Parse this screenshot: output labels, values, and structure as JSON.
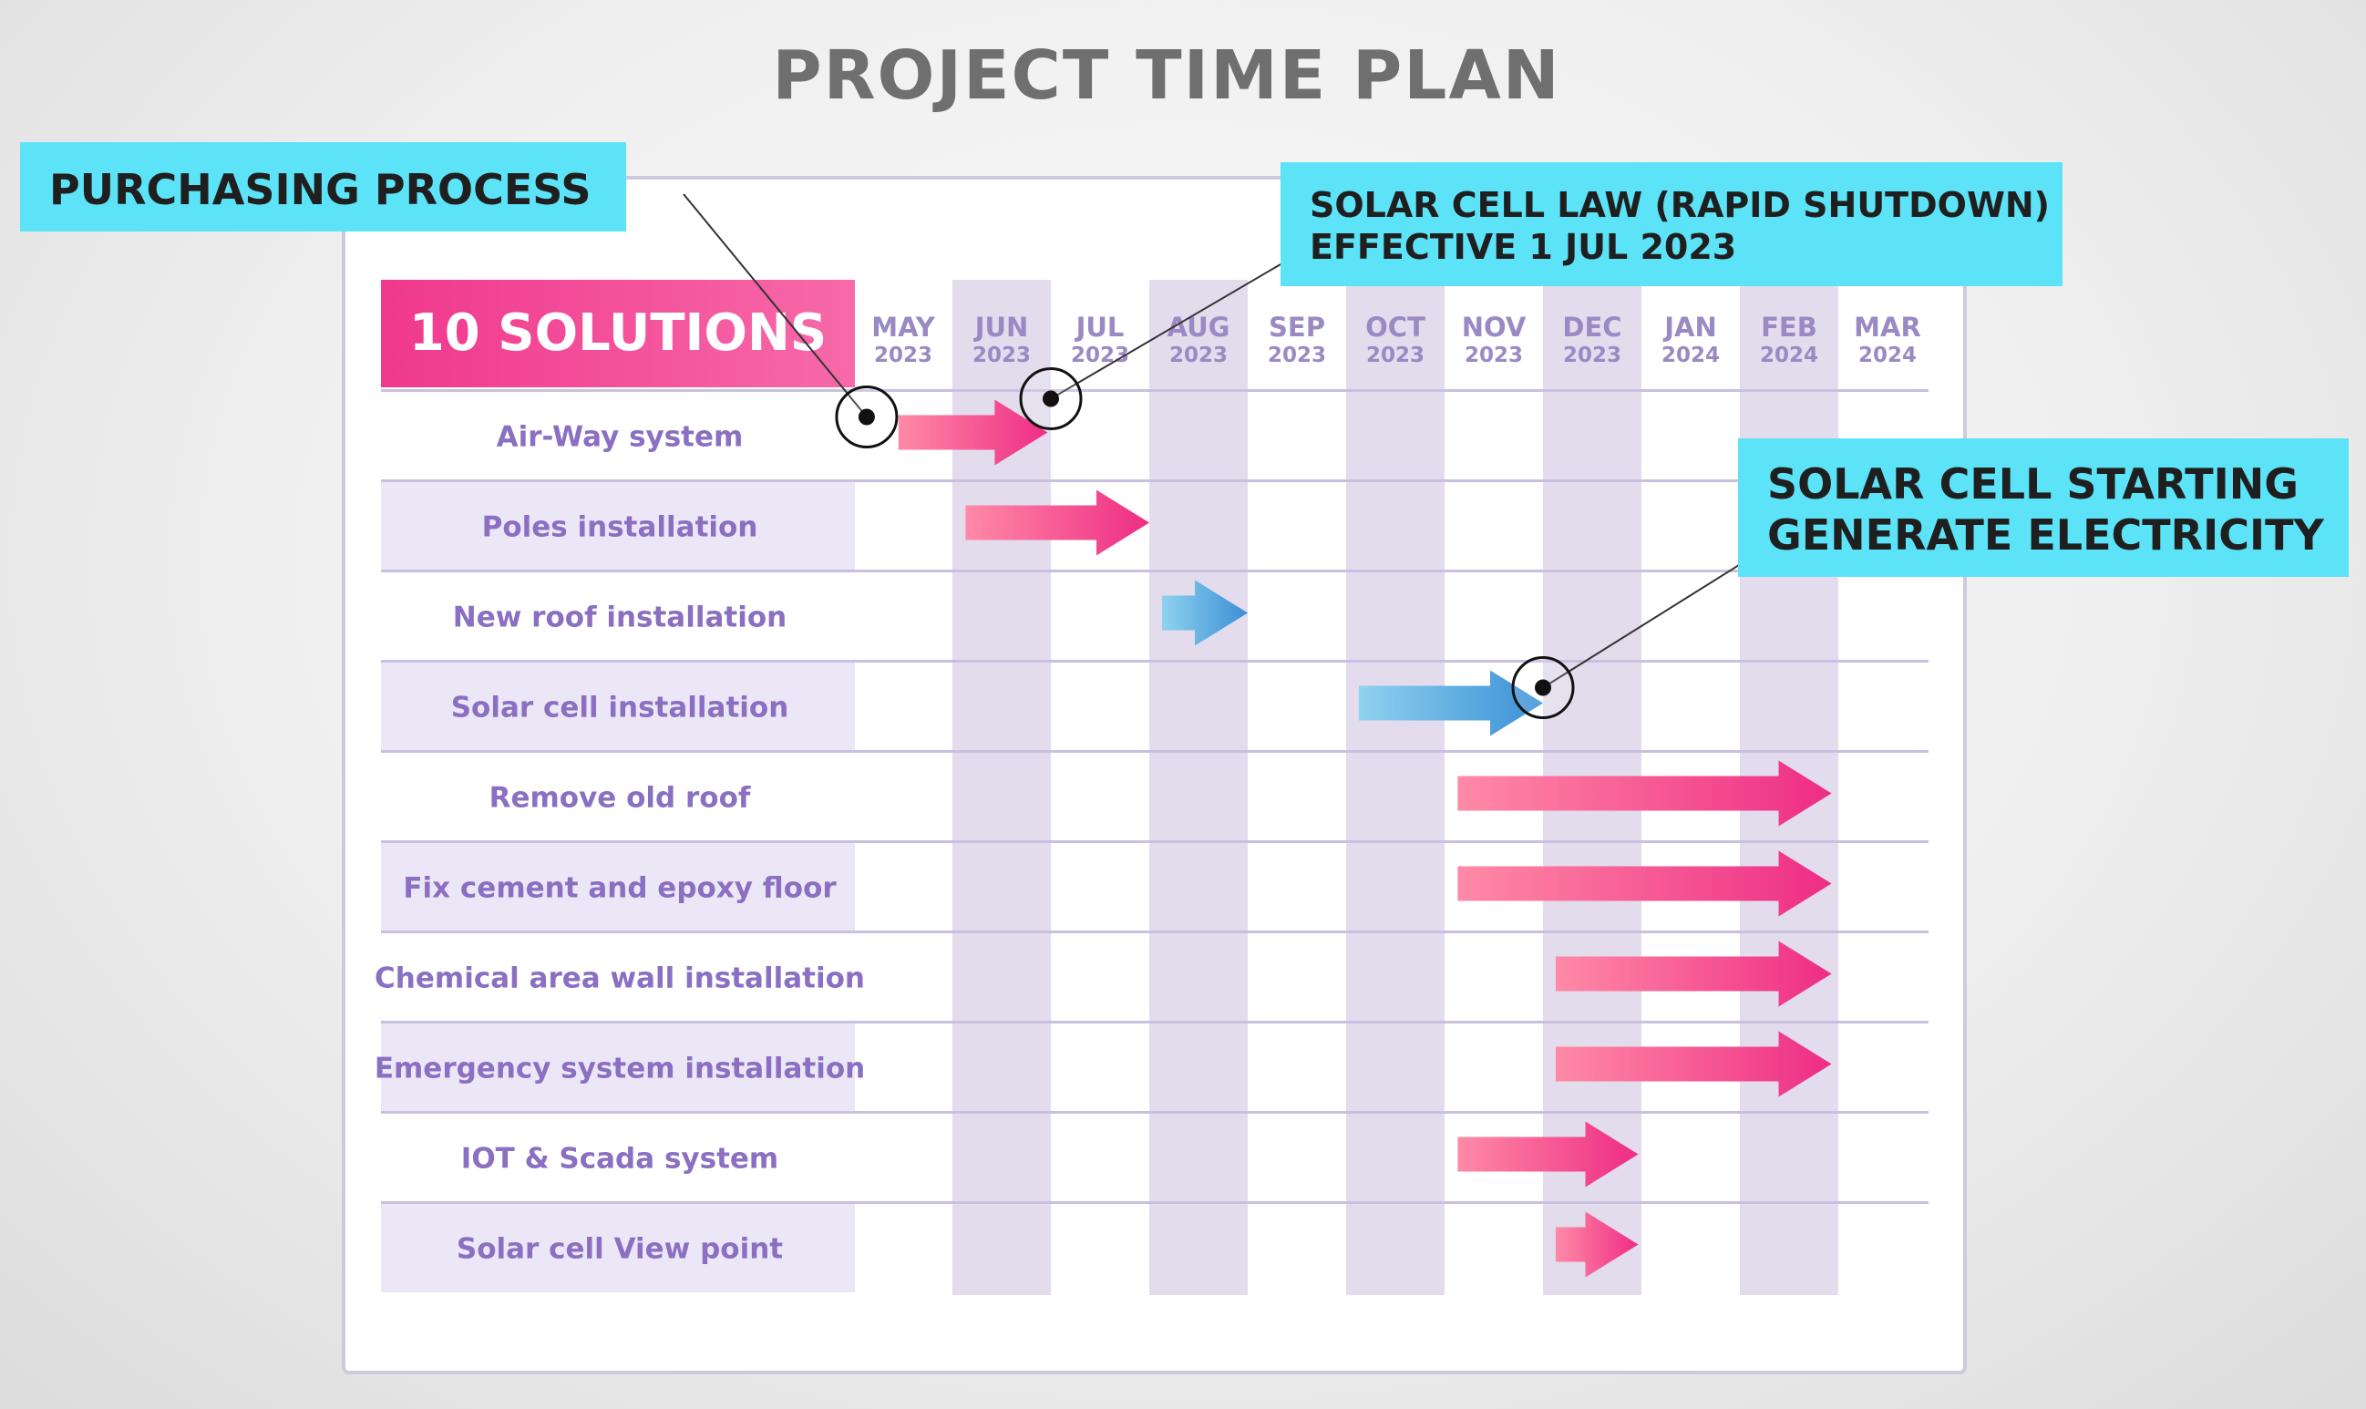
{
  "title": "PROJECT TIME PLAN",
  "callouts": {
    "purchasing": "PURCHASING PROCESS",
    "law_line1": "SOLAR CELL LAW (RAPID SHUTDOWN)",
    "law_line2": "EFFECTIVE 1 JUL 2023",
    "solar_line1": "SOLAR CELL STARTING",
    "solar_line2": "GENERATE ELECTRICITY"
  },
  "header_label": "10 SOLUTIONS",
  "colors": {
    "pink": "#ee2d85",
    "pink_light": "#ff8aa6",
    "blue": "#3b8fd6",
    "blue_light": "#8fd2ef",
    "callout": "#5ce3f7",
    "header": "#f0388c"
  },
  "chart_data": {
    "type": "gantt",
    "months": [
      {
        "month": "MAY",
        "year": "2023"
      },
      {
        "month": "JUN",
        "year": "2023"
      },
      {
        "month": "JUL",
        "year": "2023"
      },
      {
        "month": "AUG",
        "year": "2023"
      },
      {
        "month": "SEP",
        "year": "2023"
      },
      {
        "month": "OCT",
        "year": "2023"
      },
      {
        "month": "NOV",
        "year": "2023"
      },
      {
        "month": "DEC",
        "year": "2023"
      },
      {
        "month": "JAN",
        "year": "2024"
      },
      {
        "month": "FEB",
        "year": "2024"
      },
      {
        "month": "MAR",
        "year": "2024"
      }
    ],
    "tasks": [
      {
        "name": "Air-Way system",
        "start": "2023-05-15",
        "end": "2023-06-30",
        "color": "pink"
      },
      {
        "name": "Poles installation",
        "start": "2023-06-05",
        "end": "2023-08-01",
        "color": "pink"
      },
      {
        "name": "New roof installation",
        "start": "2023-08-05",
        "end": "2023-09-01",
        "color": "blue"
      },
      {
        "name": "Solar cell installation",
        "start": "2023-10-05",
        "end": "2023-12-01",
        "color": "blue"
      },
      {
        "name": "Remove old roof",
        "start": "2023-11-05",
        "end": "2024-02-28",
        "color": "pink"
      },
      {
        "name": "Fix cement and epoxy floor",
        "start": "2023-11-05",
        "end": "2024-02-28",
        "color": "pink"
      },
      {
        "name": "Chemical area wall installation",
        "start": "2023-12-05",
        "end": "2024-02-28",
        "color": "pink"
      },
      {
        "name": "Emergency system installation",
        "start": "2023-12-05",
        "end": "2024-02-28",
        "color": "pink"
      },
      {
        "name": "IOT & Scada system",
        "start": "2023-11-05",
        "end": "2023-12-31",
        "color": "pink"
      },
      {
        "name": "Solar cell View point",
        "start": "2023-12-05",
        "end": "2023-12-31",
        "color": "pink"
      }
    ],
    "milestones": [
      {
        "callout": "purchasing",
        "date": "2023-05-05",
        "task": "Air-Way system"
      },
      {
        "callout": "law",
        "date": "2023-07-01",
        "task": "Air-Way system"
      },
      {
        "callout": "solar",
        "date": "2023-12-01",
        "task": "Solar cell installation"
      }
    ]
  }
}
